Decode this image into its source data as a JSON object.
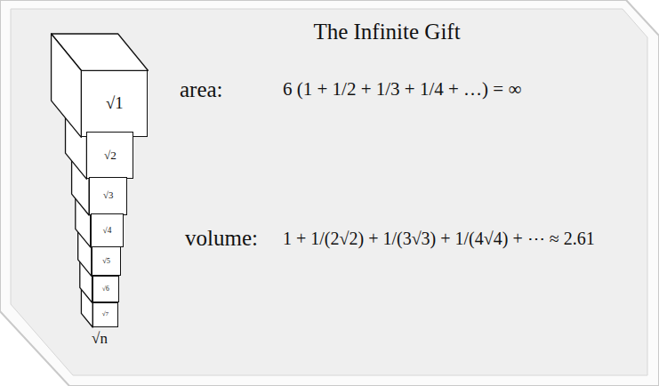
{
  "diagram": {
    "title": "The Infinite Gift",
    "nodes": [
      {
        "text": [
          "√1"
        ]
      },
      {
        "text": [
          "√2"
        ]
      },
      {
        "text": [
          "√3"
        ]
      },
      {
        "text": [
          "√4"
        ]
      },
      {
        "text": [
          "√5"
        ]
      },
      {
        "text": [
          "√6"
        ]
      },
      {
        "text": [
          "√7"
        ]
      }
    ],
    "labels": [
      "area:",
      "6 (1 + 1/2 + 1/3 + 1/4 + …) = ∞",
      "volume:",
      "1 + 1/(2√2) + 1/(3√3) + 1/(4√4) + ⋯ ≈ 2.61",
      "√n"
    ]
  }
}
